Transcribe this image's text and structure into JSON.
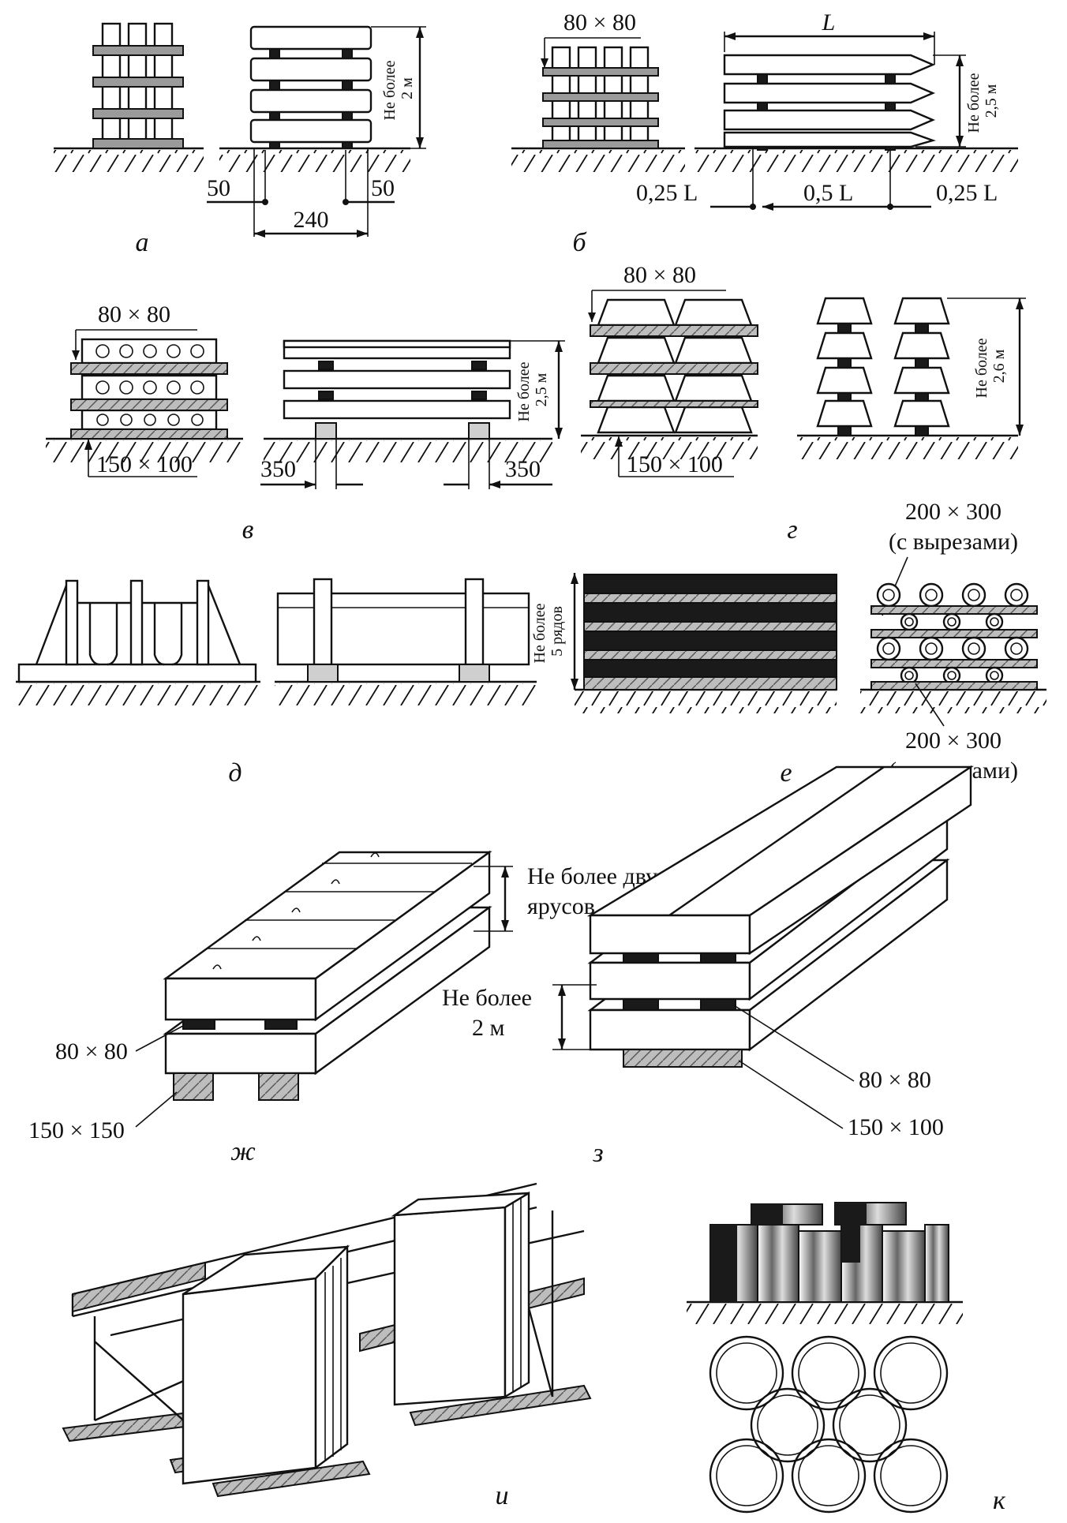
{
  "figure": {
    "panels": [
      {
        "id": "a",
        "letter": "а",
        "dims": [
          "50",
          "240",
          "50"
        ],
        "height_note": [
          "Не более",
          "2 м"
        ]
      },
      {
        "id": "b",
        "letter": "б",
        "spacer": "80 × 80",
        "length": "L",
        "dims": [
          "0,25 L",
          "0,5 L",
          "0,25 L"
        ],
        "height_note": [
          "Не более",
          "2,5 м"
        ]
      },
      {
        "id": "v",
        "letter": "в",
        "spacer": "80 × 80",
        "base": "150 × 100",
        "dims": [
          "350",
          "350"
        ],
        "height_note": [
          "Не более",
          "2,5 м"
        ]
      },
      {
        "id": "g",
        "letter": "г",
        "spacer": "80 × 80",
        "base": "150 × 100",
        "height_note": [
          "Не более",
          "2,6 м"
        ]
      },
      {
        "id": "d",
        "letter": "д"
      },
      {
        "id": "e",
        "letter": "е",
        "height_note": [
          "Не более",
          "5 рядов"
        ],
        "top_note": [
          "200 × 300",
          "(с вырезами)"
        ],
        "bottom_note": [
          "200 × 300",
          "(с вырезами)"
        ]
      },
      {
        "id": "zh",
        "letter": "ж",
        "tiers_note": [
          "Не более двух",
          "ярусов"
        ],
        "spacer": "80 × 80",
        "base": "150 × 150"
      },
      {
        "id": "z",
        "letter": "з",
        "height_note": [
          "Не более",
          "2 м"
        ],
        "spacer": "80 × 80",
        "base": "150 × 100"
      },
      {
        "id": "i",
        "letter": "и"
      },
      {
        "id": "k",
        "letter": "к"
      }
    ]
  }
}
